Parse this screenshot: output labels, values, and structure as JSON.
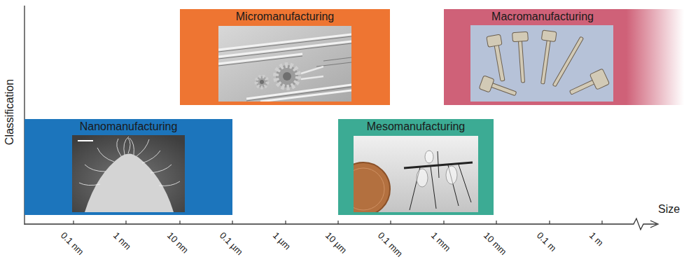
{
  "diagram": {
    "nodes": [
      {
        "text": [
          "Micromanufacturing"
        ]
      },
      {
        "text": [
          "Macromanufacturing"
        ]
      },
      {
        "text": [
          "Nanomanufacturing"
        ]
      },
      {
        "text": [
          "Mesomanufacturing"
        ]
      }
    ],
    "labels": [
      "Classification",
      "0.1 nm",
      "1 nm",
      "10 nm",
      "0.1 µm",
      "1 µm",
      "10 µm",
      "0.1 mm",
      "1 mm",
      "10 mm",
      "0.1 m",
      "1 m",
      "Size"
    ]
  }
}
